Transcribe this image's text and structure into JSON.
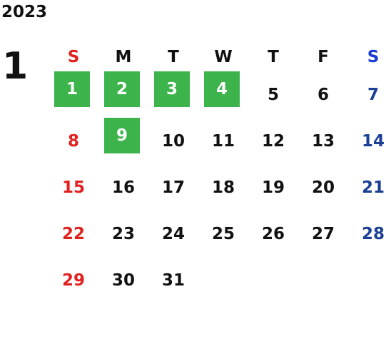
{
  "year": "2023",
  "month": "1",
  "weekdays": [
    "S",
    "M",
    "T",
    "W",
    "T",
    "F",
    "S"
  ],
  "weeks": [
    [
      "",
      "",
      "",
      "",
      "",
      "",
      ""
    ],
    [
      "8",
      "9",
      "10",
      "11",
      "12",
      "13",
      "14"
    ],
    [
      "15",
      "16",
      "17",
      "18",
      "19",
      "20",
      "21"
    ],
    [
      "22",
      "23",
      "24",
      "25",
      "26",
      "27",
      "28"
    ],
    [
      "29",
      "30",
      "31",
      "",
      "",
      "",
      ""
    ]
  ],
  "first_week": [
    "1",
    "2",
    "3",
    "4",
    "5",
    "6",
    "7"
  ],
  "highlighted_days": [
    "1",
    "2",
    "3",
    "4",
    "9"
  ],
  "colors": {
    "sunday": "#e0201e",
    "saturday": "#1a3f94",
    "saturday_header": "#1a3cd6",
    "highlight": "#3cb44b",
    "text": "#111111"
  }
}
